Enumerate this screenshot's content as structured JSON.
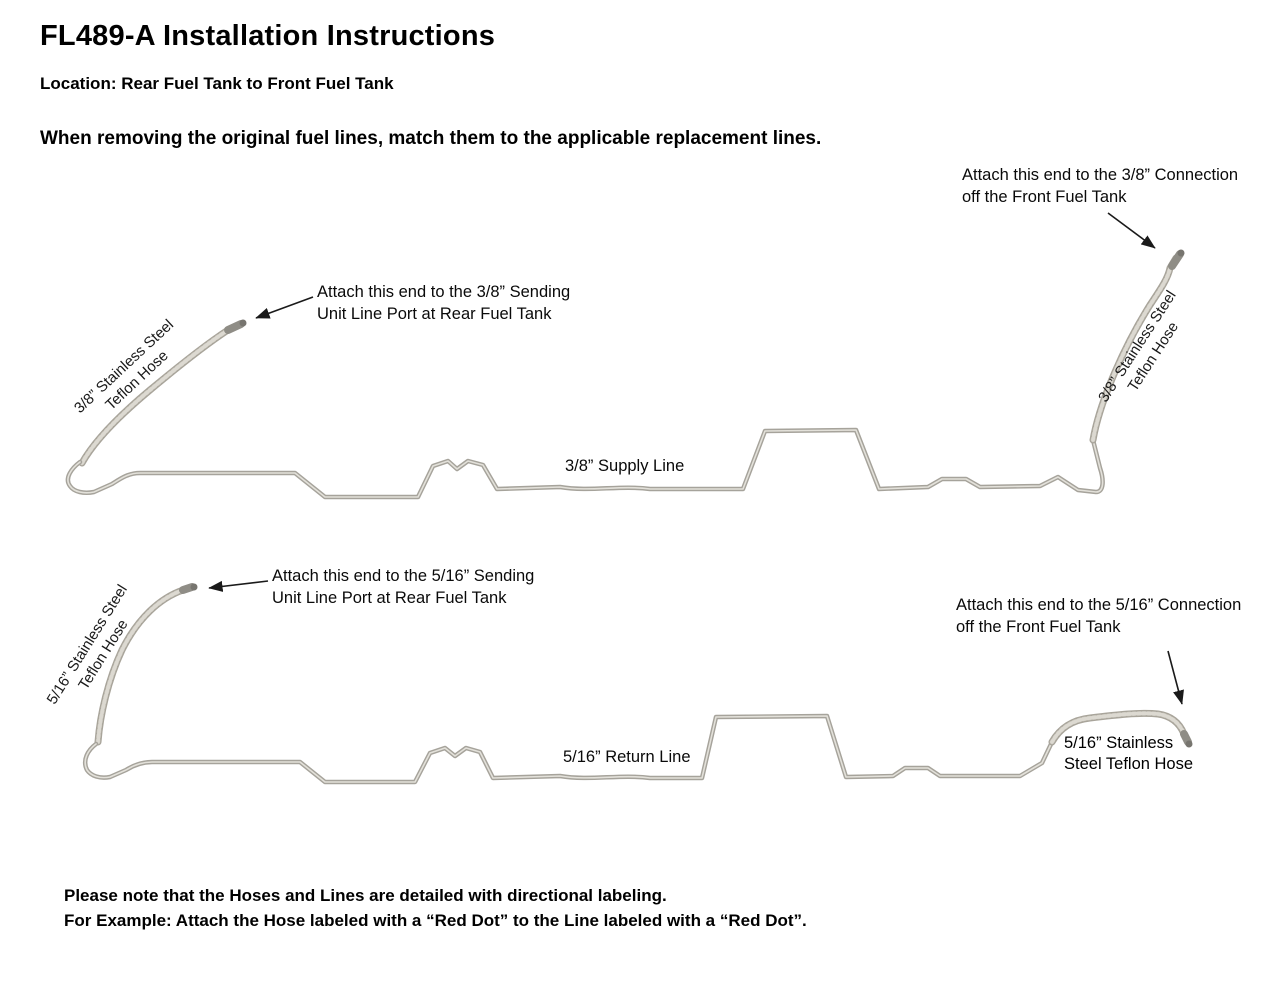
{
  "header": {
    "title": "FL489-A Installation Instructions",
    "location": "Location: Rear Fuel Tank to Front Fuel Tank",
    "intro": "When removing the original fuel lines, match them to the applicable replacement lines."
  },
  "supply_diagram": {
    "left_hose_label": "3/8” Stainless Steel\nTeflon Hose",
    "right_hose_label": "3/8” Stainless Steel\nTeflon Hose",
    "left_annotation": "Attach this end to the 3/8” Sending\nUnit Line Port at Rear Fuel Tank",
    "right_annotation": "Attach this end to the 3/8” Connection\noff the Front Fuel Tank",
    "line_label": "3/8” Supply Line"
  },
  "return_diagram": {
    "left_hose_label": "5/16” Stainless Steel\nTeflon Hose",
    "right_hose_label": "5/16” Stainless\nSteel Teflon Hose",
    "left_annotation": "Attach this end to the 5/16” Sending\nUnit Line Port at Rear Fuel Tank",
    "right_annotation": "Attach this end to the 5/16” Connection\noff the Front Fuel Tank",
    "line_label": "5/16” Return Line"
  },
  "footer": {
    "note_line1": "Please note that the Hoses and Lines are detailed with directional labeling.",
    "note_line2": "For Example: Attach the Hose labeled with a “Red Dot” to the Line labeled with a “Red Dot”."
  },
  "colors": {
    "background": "#ffffff",
    "text": "#000000",
    "tube": "#a6a39b",
    "tube_highlight": "#e3e1da",
    "hose": "#a8a49a",
    "arrow": "#1a1a1a"
  }
}
